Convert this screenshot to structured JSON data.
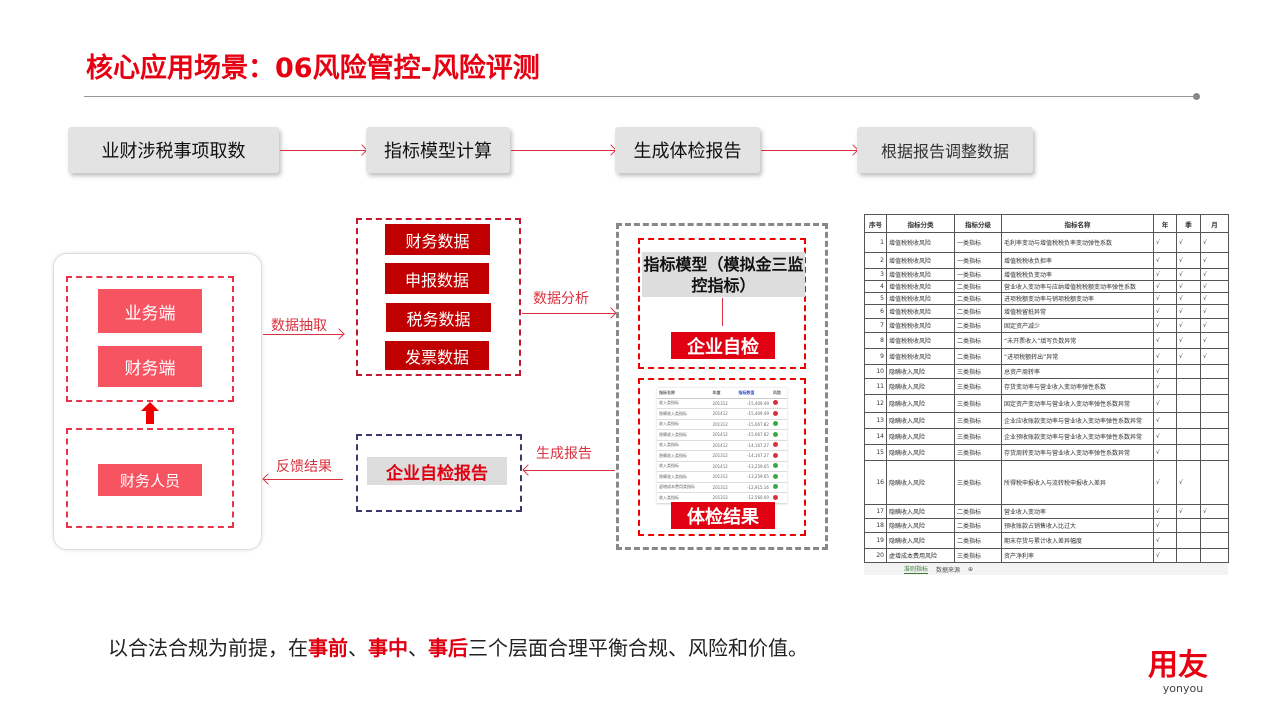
{
  "title": "核心应用场景：06风险管控-风险评测",
  "steps": [
    "业财涉税事项取数",
    "指标模型计算",
    "生成体检报告",
    "根据报告调整数据"
  ],
  "left": {
    "biz": "业务端",
    "fin": "财务端",
    "staff": "财务人员"
  },
  "labels": {
    "extract": "数据抽取",
    "analyze": "数据分析",
    "report": "生成报告",
    "feedback": "反馈结果"
  },
  "data_sources": [
    "财务数据",
    "申报数据",
    "税务数据",
    "发票数据"
  ],
  "model": {
    "title": "指标模型（模拟金三监控指标）",
    "self_check": "企业自检",
    "result": "体检结果"
  },
  "report_box": "企业自检报告",
  "colors": {
    "accent": "#e60012",
    "pink": "#f75462",
    "dark_red": "#c00000",
    "safe": "#3aa845"
  },
  "mini_table": {
    "headers": [
      "指标名称",
      "年度",
      "指标数值",
      "风险"
    ],
    "rows": [
      [
        "收入类指标",
        "201312",
        "-15,409.49",
        "red"
      ],
      [
        "隐瞒收入类指标",
        "201412",
        "-15,409.49",
        "red"
      ],
      [
        "收入类指标",
        "201312",
        "-15,067.82",
        "green"
      ],
      [
        "隐瞒收入类指标",
        "201412",
        "-15,067.82",
        "green"
      ],
      [
        "收入类指标",
        "201412",
        "-14,167.27",
        "red"
      ],
      [
        "隐瞒收入类指标",
        "201312",
        "-14,167.27",
        "red"
      ],
      [
        "收入类指标",
        "201412",
        "-13,259.65",
        "green"
      ],
      [
        "隐瞒收入类指标",
        "201312",
        "-13,259.65",
        "green"
      ],
      [
        "虚增成本费用类指标",
        "201312",
        "-12,915.16",
        "green"
      ],
      [
        "收入类指标",
        "201312",
        "-12,560.09",
        "red"
      ]
    ]
  },
  "sheet": {
    "headers": [
      "序号",
      "指标分类",
      "指标分级",
      "指标名称",
      "年",
      "季",
      "月"
    ],
    "rows": [
      [
        "1",
        "增值税税收风险",
        "一类指标",
        "毛利率变动与增值税税负率变动弹性系数",
        "√",
        "√",
        "√"
      ],
      [
        "2",
        "增值税税收风险",
        "一类指标",
        "增值税税收负担率",
        "√",
        "√",
        "√"
      ],
      [
        "3",
        "增值税税收风险",
        "一类指标",
        "增值税税负变动率",
        "√",
        "√",
        "√"
      ],
      [
        "4",
        "增值税税收风险",
        "二类指标",
        "营业收入变动率与应纳增值税税额变动率弹性系数",
        "√",
        "√",
        "√"
      ],
      [
        "5",
        "增值税税收风险",
        "二类指标",
        "进项税额变动率与销项税额变动率",
        "√",
        "√",
        "√"
      ],
      [
        "6",
        "增值税税收风险",
        "二类指标",
        "增值税留抵异常",
        "√",
        "√",
        "√"
      ],
      [
        "7",
        "增值税税收风险",
        "二类指标",
        "固定资产减少",
        "√",
        "√",
        "√"
      ],
      [
        "8",
        "增值税税收风险",
        "二类指标",
        "“未开票收入”填写负数异常",
        "√",
        "√",
        "√"
      ],
      [
        "9",
        "增值税税收风险",
        "二类指标",
        "“进项税额转出”异常",
        "√",
        "√",
        "√"
      ],
      [
        "10",
        "隐瞒收入风险",
        "三类指标",
        "总资产周转率",
        "√",
        "",
        ""
      ],
      [
        "11",
        "隐瞒收入风险",
        "三类指标",
        "存货变动率与营业收入变动率弹性系数",
        "√",
        "",
        ""
      ],
      [
        "12",
        "隐瞒收入风险",
        "三类指标",
        "固定资产变动率与营业收入变动率弹性系数异常",
        "√",
        "",
        ""
      ],
      [
        "13",
        "隐瞒收入风险",
        "三类指标",
        "企业应收账款变动率与营业收入变动率弹性系数异常",
        "√",
        "",
        ""
      ],
      [
        "14",
        "隐瞒收入风险",
        "三类指标",
        "企业预收账款变动率与营业收入变动率弹性系数异常",
        "√",
        "",
        ""
      ],
      [
        "15",
        "隐瞒收入风险",
        "三类指标",
        "存货周转变动率与营业收入变动率弹性系数异常",
        "√",
        "",
        ""
      ],
      [
        "16",
        "隐瞒收入风险",
        "三类指标",
        "所得税申报收入与流转税申报收入差异",
        "√",
        "√",
        ""
      ],
      [
        "17",
        "隐瞒收入风险",
        "二类指标",
        "营业收入变动率",
        "√",
        "√",
        "√"
      ],
      [
        "18",
        "隐瞒收入风险",
        "二类指标",
        "预收账款占销售收入比过大",
        "√",
        "",
        ""
      ],
      [
        "19",
        "隐瞒收入风险",
        "二类指标",
        "期末存货与累计收入差异幅度",
        "√",
        "",
        ""
      ],
      [
        "20",
        "虚增成本费用风险",
        "三类指标",
        "资产净利率",
        "√",
        "",
        ""
      ]
    ],
    "tabs": [
      "准则指标",
      "数据来源"
    ],
    "add_tab": "⊕"
  },
  "bottom": {
    "pre": "以合法合规为前提，在",
    "b1": "事前",
    "s1": "、",
    "b2": "事中",
    "s2": "、",
    "b3": "事后",
    "post": "三个层面合理平衡合规、风险和价值。"
  },
  "logo": {
    "cn": "用友",
    "en": "yonyou"
  }
}
